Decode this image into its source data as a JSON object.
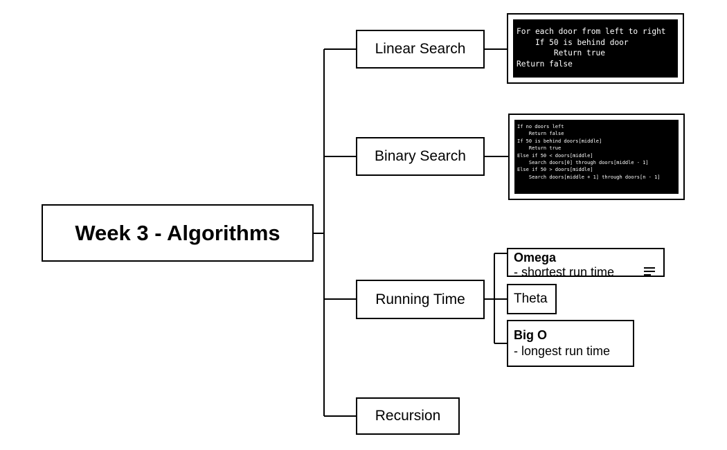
{
  "root": {
    "label": "Week 3 - Algorithms"
  },
  "branches": {
    "linear_search": {
      "label": "Linear Search",
      "code": "For each door from left to right\n    If 50 is behind door\n        Return true\nReturn false"
    },
    "binary_search": {
      "label": "Binary Search",
      "code": "If no doors left\n    Return false\nIf 50 is behind doors[middle]\n    Return true\nElse if 50 < doors[middle]\n    Search doors[0] through doors[middle - 1]\nElse if 50 > doors[middle]\n    Search doors[middle + 1] through doors[n - 1]"
    },
    "running_time": {
      "label": "Running Time",
      "children": {
        "omega": {
          "title": "Omega",
          "desc": "- shortest run time"
        },
        "theta": {
          "title": "Theta"
        },
        "big_o": {
          "title": "Big O",
          "desc": "- longest run time"
        }
      }
    },
    "recursion": {
      "label": "Recursion"
    }
  },
  "icons": {
    "note": "notes-icon"
  }
}
